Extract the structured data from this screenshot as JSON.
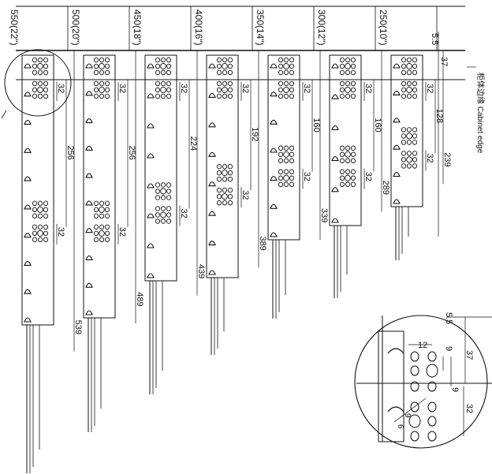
{
  "slide_sizes": [
    "550(22\")",
    "500(20\")",
    "450(18\")",
    "400(16\")",
    "350(14\")",
    "300(12\")",
    "250(10\")"
  ],
  "cabinet_edge_label": "柜体边缘 Cabinet edge",
  "top_offset": "5.5",
  "first_hole_offset": "37",
  "row_pitch": "32",
  "hole_spacings": {
    "550": "256",
    "500": "256",
    "450": "224",
    "400": "192",
    "350": "160",
    "300": "160",
    "250": "128"
  },
  "overall_lengths": {
    "550": "539",
    "500": "489",
    "450": "439",
    "400": "389",
    "350": "339",
    "300": "289",
    "250": "239"
  },
  "detail": {
    "offset_top": "5.5",
    "width_12": "12",
    "dim_9a": "9",
    "dim_9b": "9",
    "dim_37": "37",
    "dim_32": "32",
    "dia_6": "6",
    "dia_9": "9"
  },
  "colors": {
    "line": "#111111",
    "background": "#ffffff"
  }
}
